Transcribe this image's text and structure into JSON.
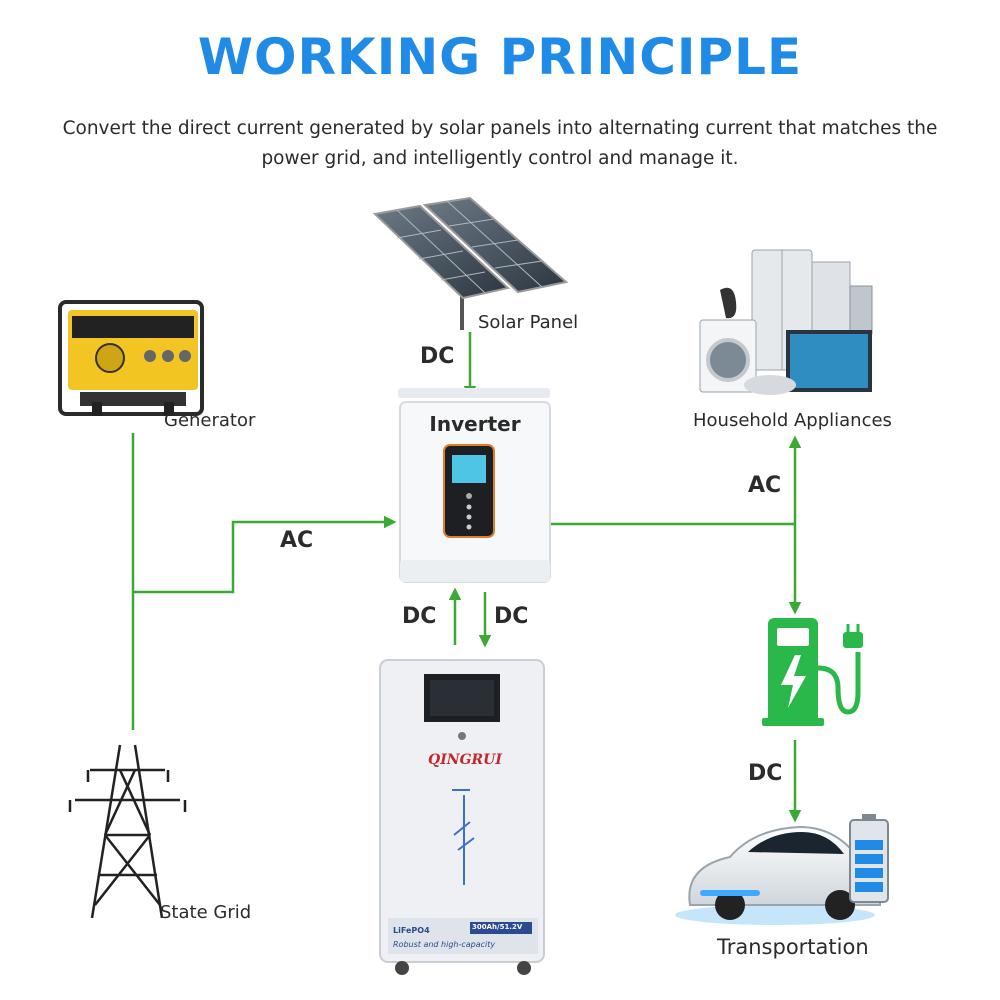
{
  "header": {
    "title": "WORKING PRINCIPLE",
    "subtitle": "Convert the direct current generated by solar panels into alternating current that matches the power grid, and intelligently control and manage it."
  },
  "components": {
    "solar_panel": "Solar Panel",
    "inverter": "Inverter",
    "generator": "Generator",
    "state_grid": "State Grid",
    "household_appliances": "Household Appliances",
    "transportation": "Transportation",
    "battery_brand": "QINGRUI",
    "battery_type": "LiFePO4",
    "battery_spec": "300Ah/51.2V",
    "battery_caption": "Robust and high-capacity"
  },
  "flows": {
    "solar_to_inverter": "DC",
    "generator_to_inverter": "AC",
    "battery_to_inverter": "DC",
    "inverter_to_battery": "DC",
    "inverter_to_household": "AC",
    "charger_to_vehicle": "DC"
  },
  "colors": {
    "title": "#1f8be6",
    "arrow": "#3aaa35",
    "charger": "#2bb84a"
  }
}
